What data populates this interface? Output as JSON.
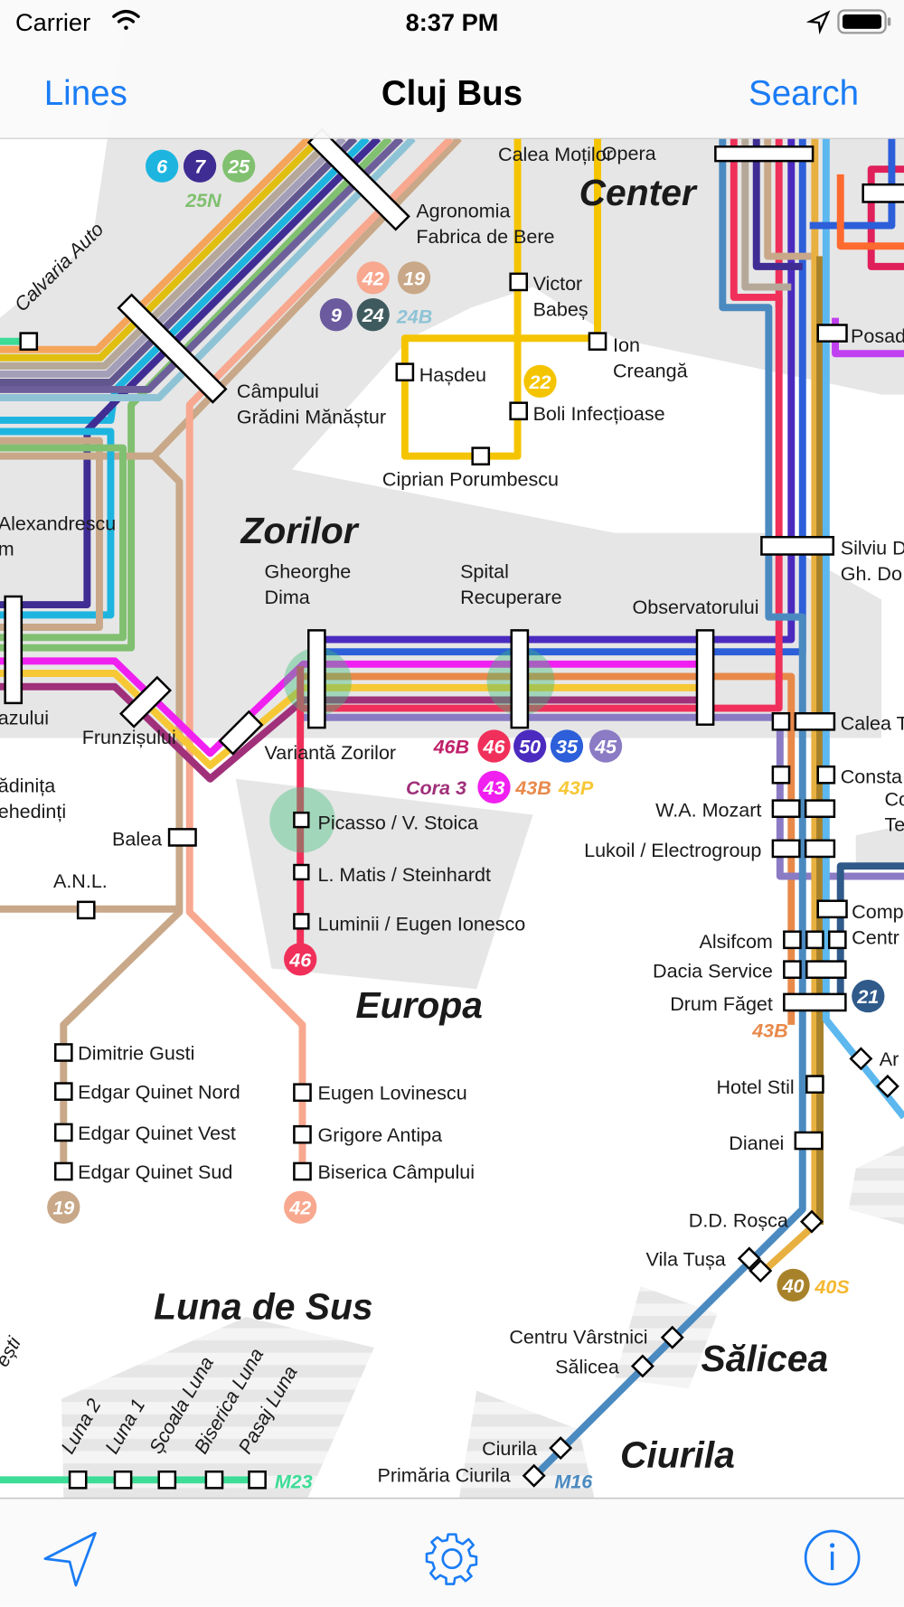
{
  "status_bar": {
    "carrier": "Carrier",
    "time": "8:37 PM"
  },
  "nav": {
    "left_button": "Lines",
    "title": "Cluj Bus",
    "right_button": "Search"
  },
  "areas": [
    "Center",
    "Zorilor",
    "Europa",
    "Luna de Sus",
    "Sălicea",
    "Ciurila"
  ],
  "stations": {
    "calea_motilor": "Calea Moților",
    "agronomia": [
      "Agronomia",
      "Fabrica de Bere"
    ],
    "victor_babes": [
      "Victor",
      "Babeș"
    ],
    "ion_creanga": [
      "Ion",
      "Creangă"
    ],
    "hasdeu": "Hașdeu",
    "boli": "Boli Infecțioase",
    "ciprian": "Ciprian Porumbescu",
    "campului": [
      "Câmpului",
      "Grădini Mănăștur"
    ],
    "calvaria": "Calvaria Auto",
    "alexandrescu": [
      "Alexandrescu",
      "m"
    ],
    "gheorghe_dima": [
      "Gheorghe",
      "Dima"
    ],
    "spital": [
      "Spital",
      "Recuperare"
    ],
    "observatorului": "Observatorului",
    "silviu": [
      "Silviu D",
      "Gh. Do"
    ],
    "posad": "Posad",
    "opera": "Opera",
    "azului": "azului",
    "frunzisului": "Frunzișului",
    "varianta": "Variantă Zorilor",
    "calea_t": "Calea T",
    "consta": [
      "Consta",
      "Co",
      "Te"
    ],
    "mozart": "W.A. Mozart",
    "lukoil": "Lukoil / Electrogroup",
    "gradinita": [
      "ădinița",
      "ehedinți"
    ],
    "balea": "Balea",
    "anl": "A.N.L.",
    "picasso": "Picasso / V. Stoica",
    "matis": "L. Matis / Steinhardt",
    "luminii": "Luminii / Eugen Ionesco",
    "comp": [
      "Comp",
      "Centr"
    ],
    "alsifcom": "Alsifcom",
    "dacia": "Dacia Service",
    "drum_faget": "Drum Făget",
    "ar": "Ar",
    "gusti": "Dimitrie Gusti",
    "eq_nord": "Edgar Quinet Nord",
    "eq_vest": "Edgar Quinet Vest",
    "eq_sud": "Edgar Quinet Sud",
    "lovinescu": "Eugen Lovinescu",
    "antipa": "Grigore Antipa",
    "biserica_campului": "Biserica Câmpului",
    "hotel_stil": "Hotel Stil",
    "dianei": "Dianei",
    "dd_rosca": "D.D. Roșca",
    "vila_tusa": "Vila Tușa",
    "esti": "ești",
    "centru_varstnici": "Centru Vârstnici",
    "salicea": "Sălicea",
    "ciurila": "Ciurila",
    "primaria_ciurila": "Primăria Ciurila",
    "luna": [
      "Luna 2",
      "Luna 1",
      "Școala Luna",
      "Biserica Luna",
      "Pasaj Luna"
    ]
  },
  "route_badges": [
    {
      "label": "6",
      "color": "#1db5e0"
    },
    {
      "label": "7",
      "color": "#3f2d93"
    },
    {
      "label": "25",
      "color": "#80c070"
    },
    {
      "label": "42",
      "color": "#f7a88f"
    },
    {
      "label": "19",
      "color": "#c8a888"
    },
    {
      "label": "9",
      "color": "#6b5a9e"
    },
    {
      "label": "24",
      "color": "#3e5a5e"
    },
    {
      "label": "22",
      "color": "#f5c400"
    },
    {
      "label": "46",
      "color": "#f0305a"
    },
    {
      "label": "50",
      "color": "#4b2bbf"
    },
    {
      "label": "35",
      "color": "#2c5fd9"
    },
    {
      "label": "45",
      "color": "#8a7bc4"
    },
    {
      "label": "43",
      "color": "#f020f0"
    },
    {
      "label": "46",
      "color": "#f0305a"
    },
    {
      "label": "21",
      "color": "#2f5a8a"
    },
    {
      "label": "19",
      "color": "#c8a888"
    },
    {
      "label": "42",
      "color": "#f7a88f"
    },
    {
      "label": "40",
      "color": "#a8822a"
    }
  ],
  "route_texts": [
    {
      "label": "25N",
      "color": "#80c070"
    },
    {
      "label": "24B",
      "color": "#8ec3d6"
    },
    {
      "label": "46B",
      "color": "#c0206a"
    },
    {
      "label": "Cora 3",
      "color": "#a0307a"
    },
    {
      "label": "43B",
      "color": "#e8894a"
    },
    {
      "label": "43P",
      "color": "#f7c835"
    },
    {
      "label": "43B",
      "color": "#e8894a"
    },
    {
      "label": "40S",
      "color": "#f5b830"
    },
    {
      "label": "M23",
      "color": "#3ddc97"
    },
    {
      "label": "M16",
      "color": "#4a8ac0"
    }
  ],
  "tab_bar": {
    "accent": "#1a7cf5",
    "items": [
      "location-arrow",
      "settings-gear",
      "info"
    ]
  }
}
